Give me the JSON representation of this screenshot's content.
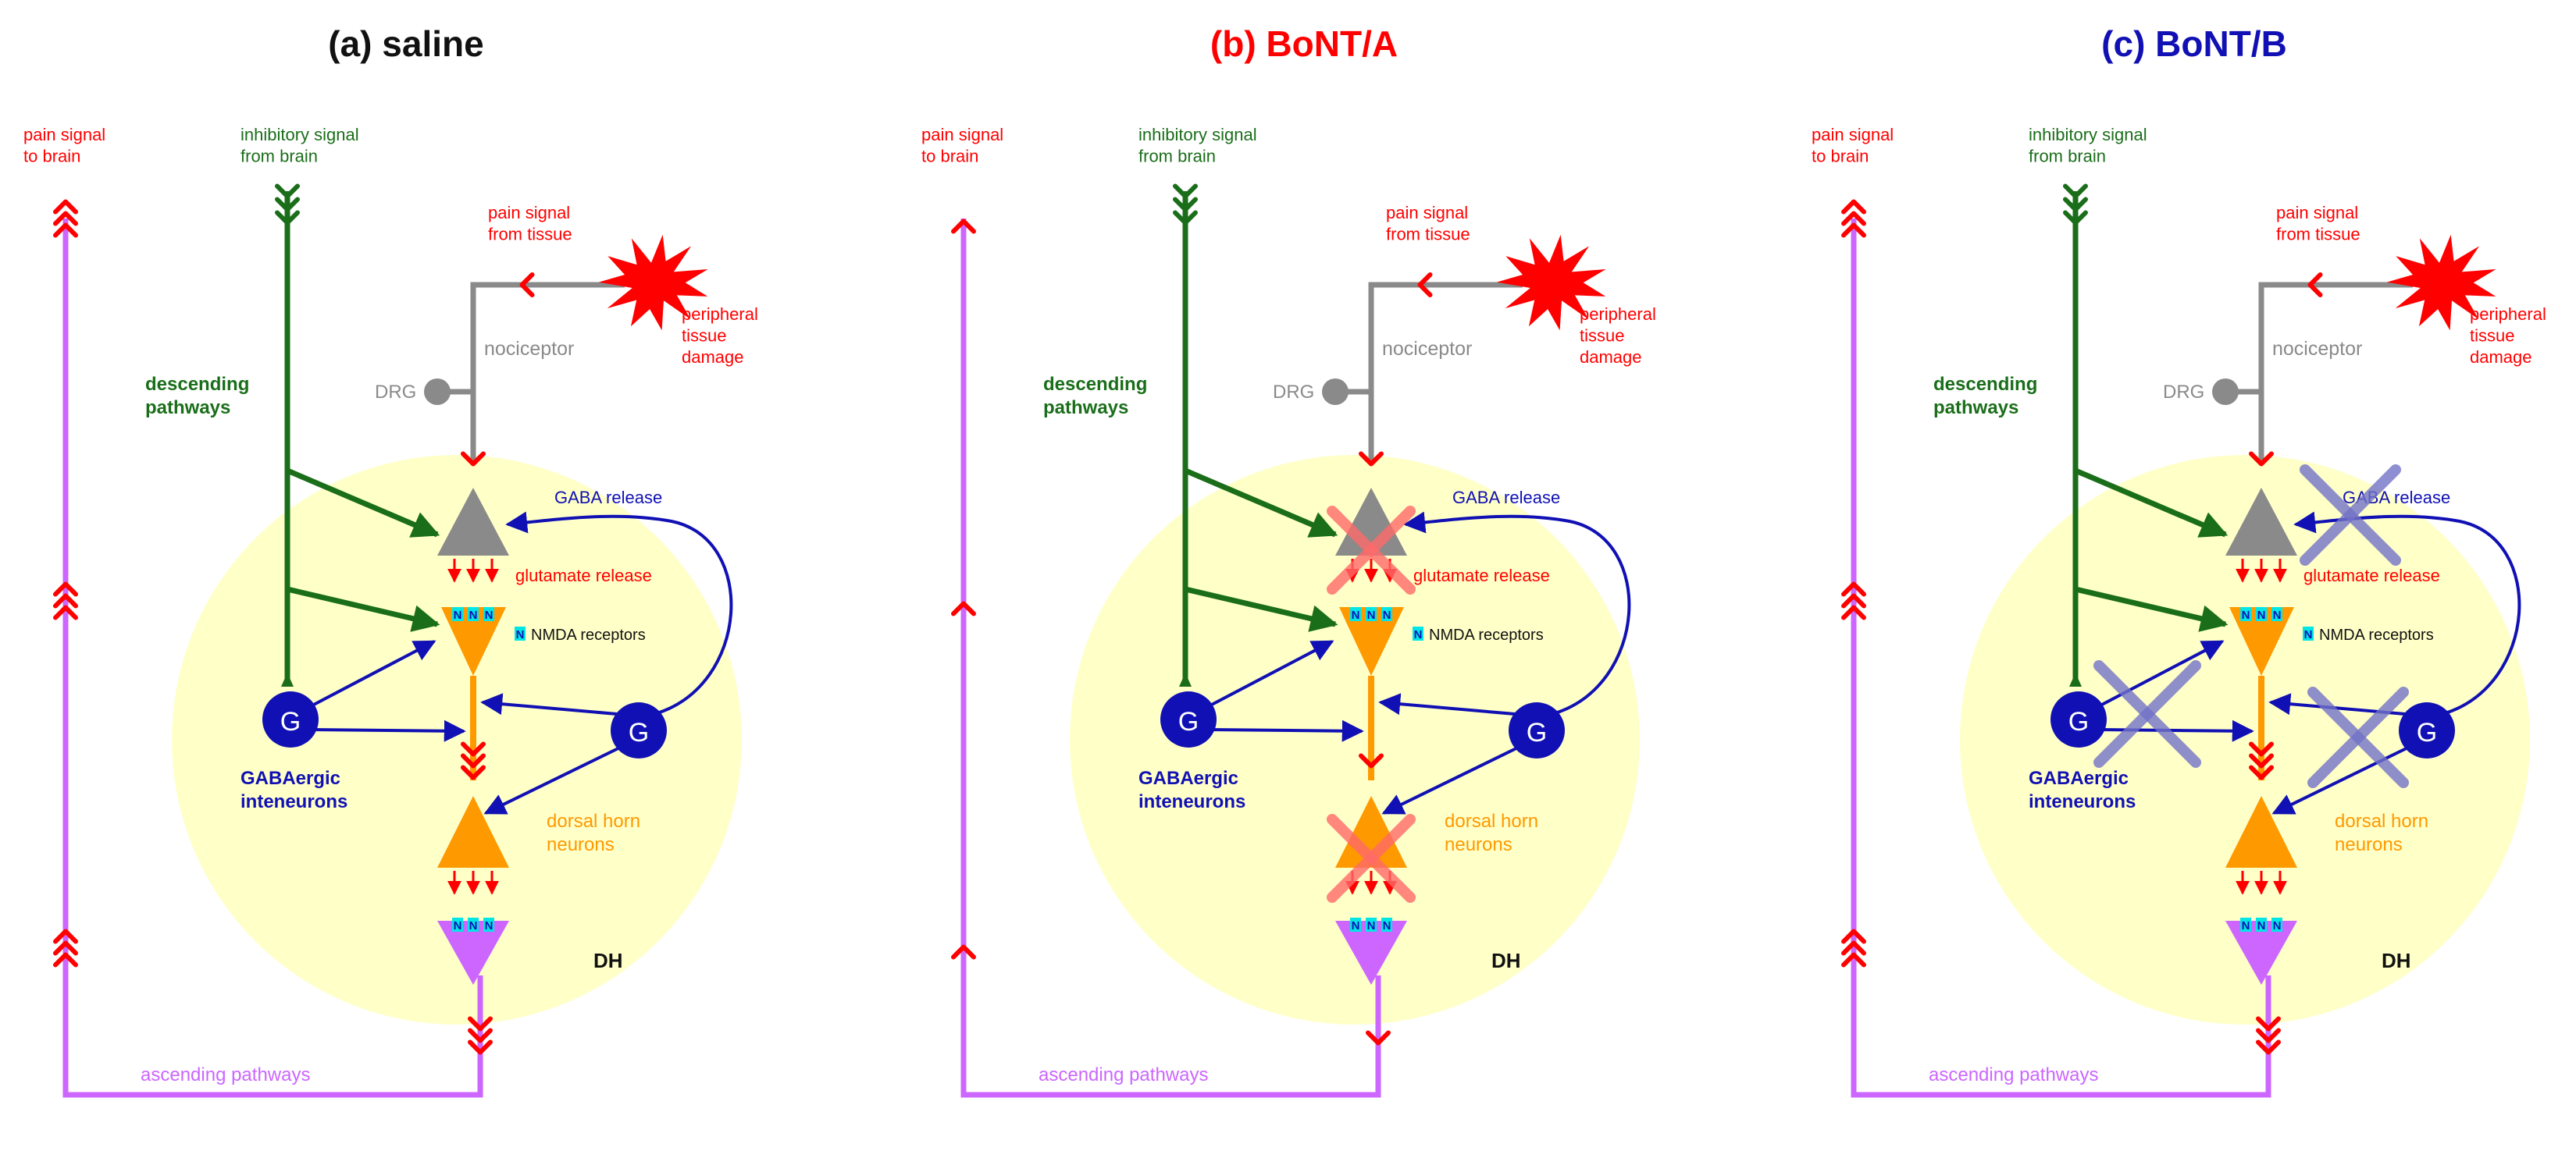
{
  "colors": {
    "green": "#1a6e1a",
    "blue": "#1010b4",
    "red": "#ff0000",
    "gray": "#8a8a8a",
    "orange": "#ff9900",
    "purple": "#cc66ff",
    "cyan": "#00e5e5",
    "dh_area": "#ffffc8",
    "cross_red": "#ff6a6a",
    "cross_blue": "#7272c8"
  },
  "panels": [
    {
      "title": "(a) saline",
      "title_color": "#111111",
      "pain_to_brain": "pain signal\nto brain",
      "inhibitory": "inhibitory signal\nfrom brain",
      "pain_from_tissue": "pain signal\nfrom tissue",
      "tissue_damage": "peripheral\ntissue\ndamage",
      "nociceptor": "nociceptor",
      "drg": "DRG",
      "descending": "descending\npathways",
      "gaba_release": "GABA release",
      "glutamate_release": "glutamate release",
      "nmda_receptors": "NMDA receptors",
      "nmda_n": "N",
      "interneuron_g": "G",
      "gabaergic": "GABAergic\ninteneurons",
      "dorsal_horn": "dorsal horn\nneurons",
      "dh": "DH",
      "ascending": "ascending pathways",
      "crosses": "none"
    },
    {
      "title": "(b) BoNT/A",
      "title_color": "#ff0000",
      "pain_to_brain": "pain signal\nto brain",
      "inhibitory": "inhibitory signal\nfrom brain",
      "pain_from_tissue": "pain signal\nfrom tissue",
      "tissue_damage": "peripheral\ntissue\ndamage",
      "nociceptor": "nociceptor",
      "drg": "DRG",
      "descending": "descending\npathways",
      "gaba_release": "GABA release",
      "glutamate_release": "glutamate release",
      "nmda_receptors": "NMDA receptors",
      "nmda_n": "N",
      "interneuron_g": "G",
      "gabaergic": "GABAergic\ninteneurons",
      "dorsal_horn": "dorsal horn\nneurons",
      "dh": "DH",
      "ascending": "ascending pathways",
      "crosses": "red"
    },
    {
      "title": "(c) BoNT/B",
      "title_color": "#1010b4",
      "pain_to_brain": "pain signal\nto brain",
      "inhibitory": "inhibitory signal\nfrom brain",
      "pain_from_tissue": "pain signal\nfrom tissue",
      "tissue_damage": "peripheral\ntissue\ndamage",
      "nociceptor": "nociceptor",
      "drg": "DRG",
      "descending": "descending\npathways",
      "gaba_release": "GABA release",
      "glutamate_release": "glutamate release",
      "nmda_receptors": "NMDA receptors",
      "nmda_n": "N",
      "interneuron_g": "G",
      "gabaergic": "GABAergic\ninteneurons",
      "dorsal_horn": "dorsal horn\nneurons",
      "dh": "DH",
      "ascending": "ascending pathways",
      "crosses": "blue"
    }
  ]
}
